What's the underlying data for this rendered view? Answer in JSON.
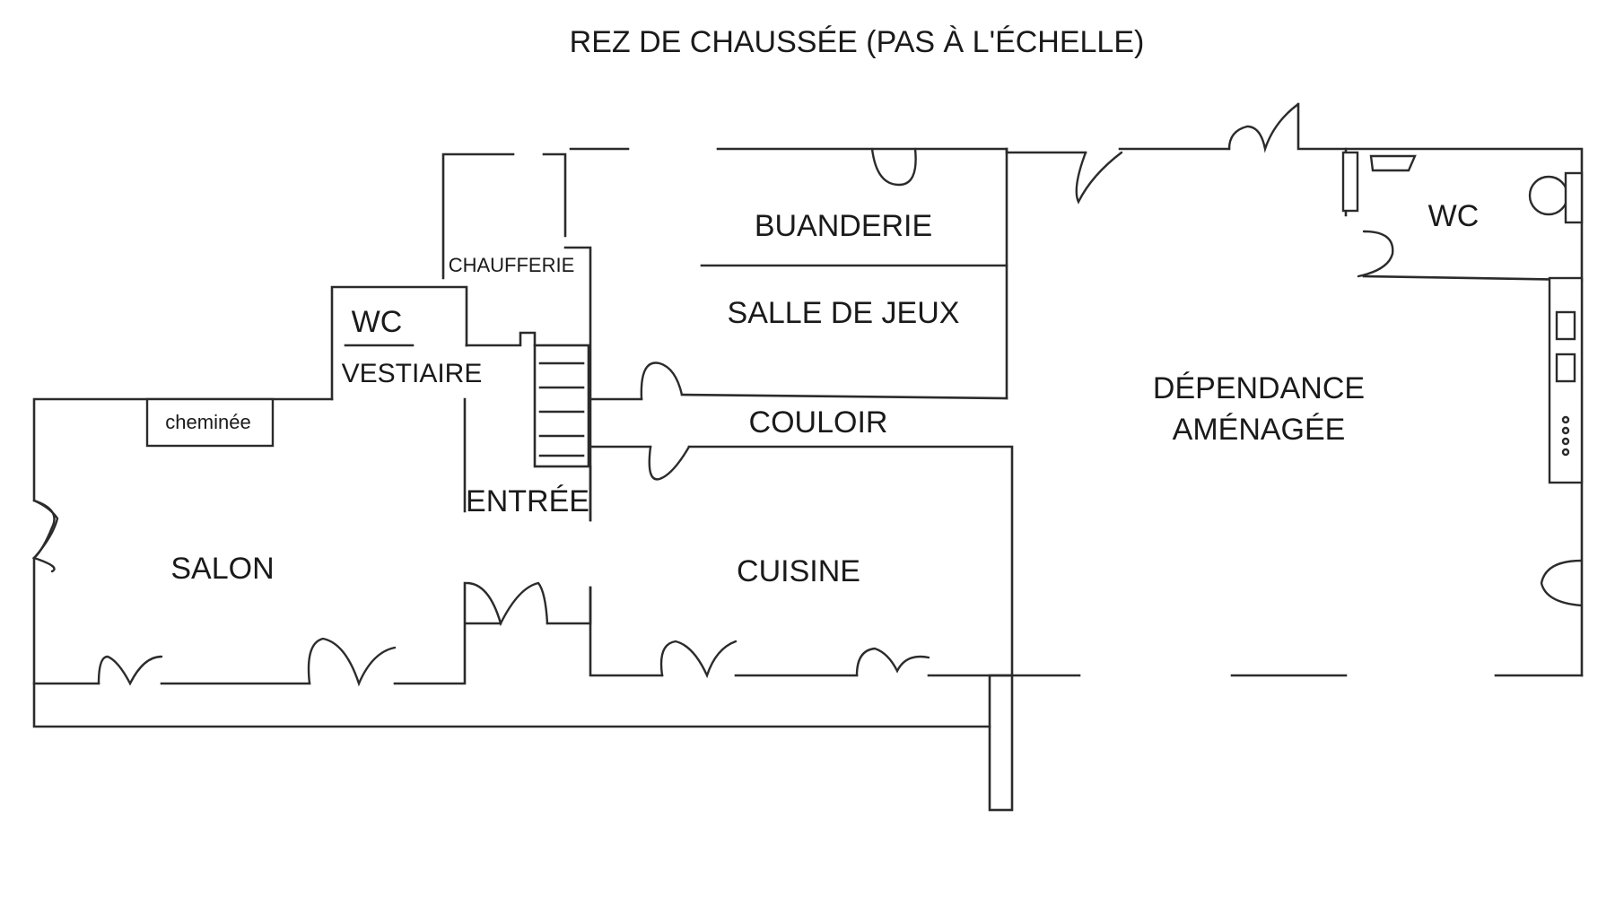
{
  "title": "REZ DE CHAUSSÉE (PAS À L'ÉCHELLE)",
  "rooms": {
    "buanderie": "BUANDERIE",
    "salle_de_jeux": "SALLE DE JEUX",
    "chaufferie": "CHAUFFERIE",
    "wc_left": "WC",
    "vestiaire": "VESTIAIRE",
    "cheminee": "cheminée",
    "couloir": "COULOIR",
    "entree": "ENTRÉE",
    "salon": "SALON",
    "cuisine": "CUISINE",
    "dependance_line1": "DÉPENDANCE",
    "dependance_line2": "AMÉNAGÉE",
    "wc_right": "WC"
  },
  "colors": {
    "line": "#2b2b2b",
    "text": "#1a1a1a",
    "background": "#ffffff"
  }
}
